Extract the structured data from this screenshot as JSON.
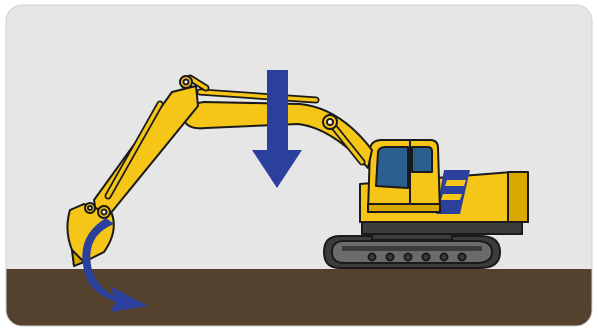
{
  "scene": {
    "subject": "excavator-digging",
    "arrows": [
      {
        "name": "boom-down-force-arrow",
        "direction": "down"
      },
      {
        "name": "bucket-curl-arrow",
        "direction": "curl-down-right"
      }
    ]
  },
  "colors": {
    "sky": "#e6e6e6",
    "ground": "#54422f",
    "machine_yellow": "#f5c518",
    "machine_yellow_dark": "#d9a800",
    "outline": "#1a1a1a",
    "track": "#6b6b6b",
    "track_dark": "#3c3c3c",
    "cab_glass": "#2a5f8f",
    "arrow_blue": "#2b3f9c",
    "emblem_blue": "#2b3f9c"
  }
}
